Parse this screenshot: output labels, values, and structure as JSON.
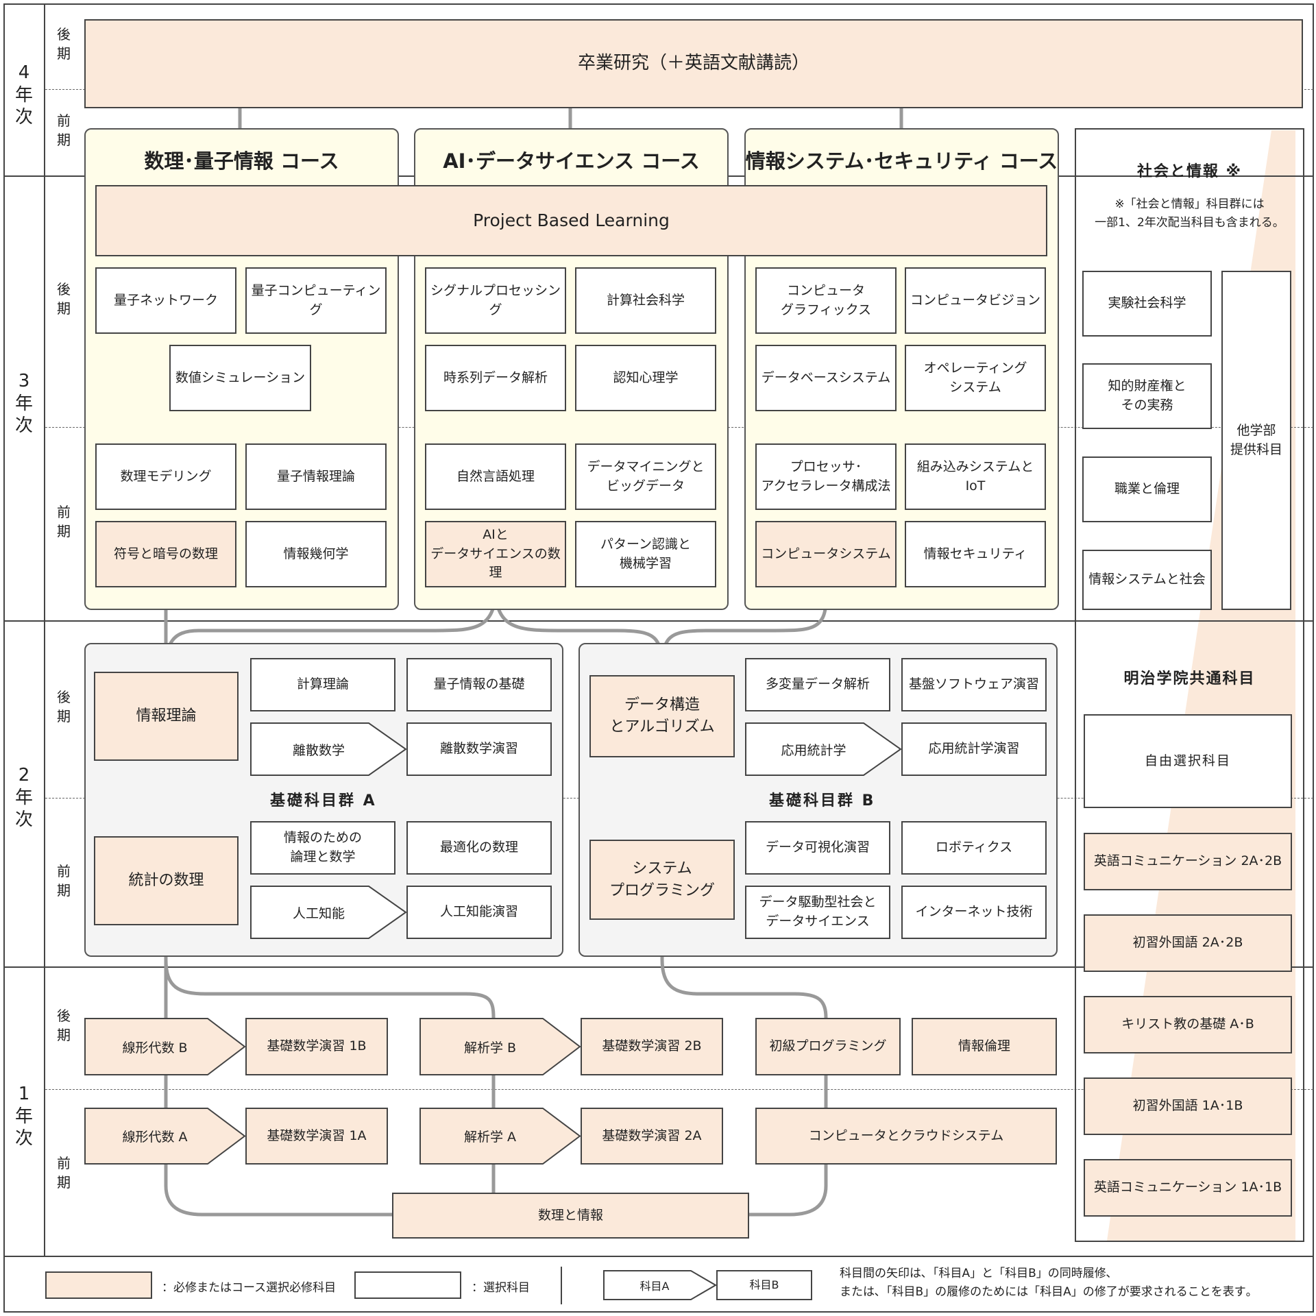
{
  "colors": {
    "required": "#fbe9da",
    "course_bg": "#fffde9",
    "group_bg": "#f4f4f4",
    "line": "#999999",
    "border": "#444444",
    "diagonal": "#fbe9da"
  },
  "years": {
    "y4": "4\n年\n次",
    "y3": "3\n年\n次",
    "y2": "2\n年\n次",
    "y1": "1\n年\n次"
  },
  "semesters": {
    "late": "後\n期",
    "early": "前\n期"
  },
  "thesis": "卒業研究（＋英語文献講読）",
  "courses": {
    "math_quantum": "数理･量子情報 コース",
    "ai_ds": "AI･データサイエンス コース",
    "info_sec": "情報システム･セキュリティ コース"
  },
  "pbl": "Project Based Learning",
  "y3": {
    "mq_late": [
      "量子ネットワーク",
      "量子コンピューティング",
      "数値シミュレーション"
    ],
    "mq_early": [
      "数理モデリング",
      "量子情報理論",
      "符号と暗号の数理",
      "情報幾何学"
    ],
    "ai_late": [
      "シグナルプロセッシング",
      "計算社会科学",
      "時系列データ解析",
      "認知心理学"
    ],
    "ai_early": [
      "自然言語処理",
      "データマイニングと\nビッグデータ",
      "AIと\nデータサイエンスの数理",
      "パターン認識と\n機械学習"
    ],
    "is_late": [
      "コンピュータ\nグラフィックス",
      "コンピュータビジョン",
      "データベースシステム",
      "オペレーティング\nシステム"
    ],
    "is_early": [
      "プロセッサ･\nアクセラレータ構成法",
      "組み込みシステムと\nIoT",
      "コンピュータシステム",
      "情報セキュリティ"
    ]
  },
  "groupA": {
    "label": "基礎科目群 A",
    "core_late": "情報理論",
    "core_early": "統計の数理",
    "late": [
      "計算理論",
      "量子情報の基礎",
      "離散数学",
      "離散数学演習"
    ],
    "early": [
      "情報のための\n論理と数学",
      "最適化の数理",
      "人工知能",
      "人工知能演習"
    ]
  },
  "groupB": {
    "label": "基礎科目群 B",
    "core_late": "データ構造\nとアルゴリズム",
    "core_early": "システム\nプログラミング",
    "late": [
      "多変量データ解析",
      "基盤ソフトウェア演習",
      "応用統計学",
      "応用統計学演習"
    ],
    "early": [
      "データ可視化演習",
      "ロボティクス",
      "データ駆動型社会と\nデータサイエンス",
      "インターネット技術"
    ]
  },
  "y1": {
    "late": [
      "線形代数 B",
      "基礎数学演習 1B",
      "解析学 B",
      "基礎数学演習 2B",
      "初級プログラミング",
      "情報倫理"
    ],
    "early": [
      "線形代数 A",
      "基礎数学演習 1A",
      "解析学 A",
      "基礎数学演習 2A",
      "コンピュータとクラウドシステム"
    ],
    "base": "数理と情報"
  },
  "side": {
    "society_title": "社会と情報 ※",
    "society_note": "※「社会と情報」科目群には\n一部1、2年次配当科目も含まれる。",
    "society_items": [
      "実験社会科学",
      "知的財産権と\nその実務",
      "職業と倫理",
      "情報システムと社会"
    ],
    "other_faculty": "他学部\n提供科目",
    "common_title": "明治学院共通科目",
    "common_free": "自由選択科目",
    "common_items": [
      "英語コミュニケーション 2A･2B",
      "初習外国語 2A･2B",
      "キリスト教の基礎 A･B",
      "初習外国語 1A･1B",
      "英語コミュニケーション 1A･1B"
    ]
  },
  "legend": {
    "required": "：必修またはコース選択必修科目",
    "elective": "：選択科目",
    "subject_a": "科目A",
    "subject_b": "科目B",
    "note": "科目間の矢印は､「科目A」と「科目B」の同時履修､\nまたは､「科目B」の履修のためには「科目A」の修了が要求されることを表す｡"
  }
}
